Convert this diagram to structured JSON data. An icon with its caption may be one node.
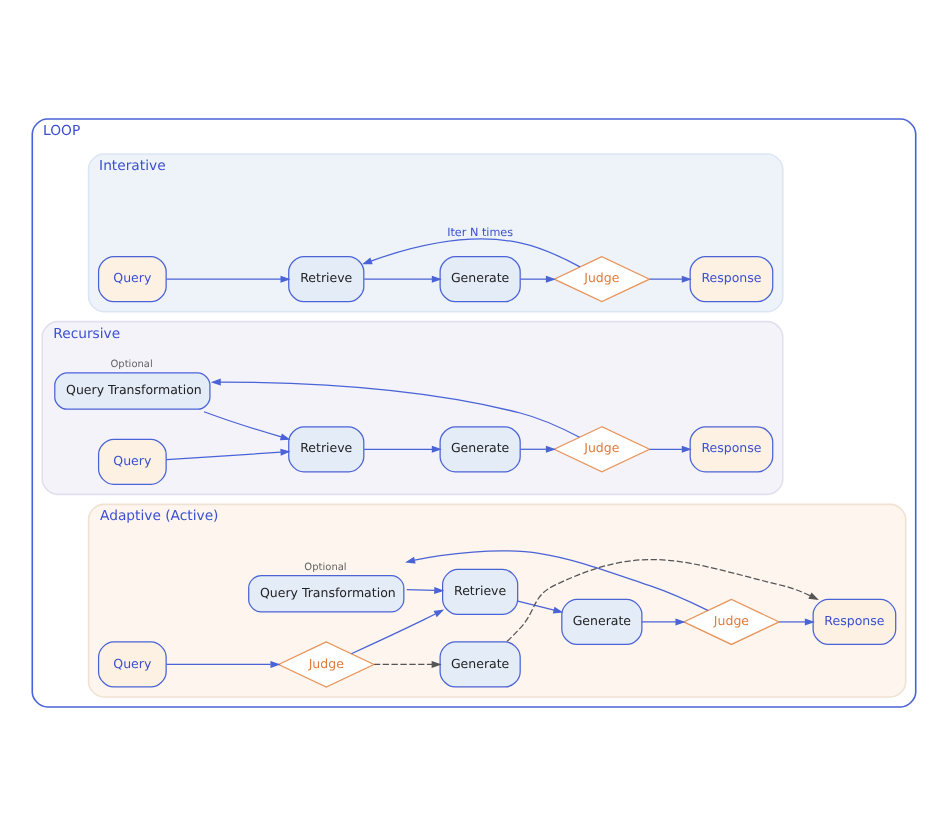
{
  "diagram": {
    "nodes": [
      {
        "text": [
          "LOOP"
        ]
      },
      {
        "text": [
          "Interative"
        ],
        "in": 0
      },
      {
        "text": [
          "Query"
        ],
        "in": 1
      },
      {
        "text": [
          "Retrieve"
        ],
        "in": 1
      },
      {
        "text": [
          "Generate"
        ],
        "in": 1
      },
      {
        "text": [
          "Judge"
        ],
        "in": 1
      },
      {
        "text": [
          "Response"
        ],
        "in": 1
      },
      {
        "text": [
          "Recursive"
        ],
        "in": 0
      },
      {
        "text": [
          "Query Transformation"
        ],
        "in": 7,
        "beside": [
          "Optional"
        ]
      },
      {
        "text": [
          "Query"
        ],
        "in": 7
      },
      {
        "text": [
          "Retrieve"
        ],
        "in": 7
      },
      {
        "text": [
          "Generate"
        ],
        "in": 7
      },
      {
        "text": [
          "Judge"
        ],
        "in": 7
      },
      {
        "text": [
          "Response"
        ],
        "in": 7
      },
      {
        "text": [
          "Adaptive (Active)"
        ],
        "in": 0
      },
      {
        "text": [
          "Query Transformation"
        ],
        "in": 14,
        "beside": [
          "Optional"
        ]
      },
      {
        "text": [
          "Query"
        ],
        "in": 14
      },
      {
        "text": [
          "Judge"
        ],
        "in": 14
      },
      {
        "text": [
          "Retrieve"
        ],
        "in": 14
      },
      {
        "text": [
          "Generate"
        ],
        "in": 14
      },
      {
        "text": [
          "Judge"
        ],
        "in": 14
      },
      {
        "text": [
          "Response"
        ],
        "in": 14
      },
      {
        "text": [
          "Generate"
        ],
        "in": 14
      }
    ],
    "edges": [
      {
        "from": 2,
        "to": 3,
        "arrow": "to"
      },
      {
        "from": 3,
        "to": 4,
        "arrow": "to"
      },
      {
        "from": 4,
        "to": 5,
        "arrow": "to"
      },
      {
        "from": 5,
        "to": 6,
        "arrow": "to"
      },
      {
        "from": 5,
        "to": 3,
        "arrow": "to",
        "label": "Iter N times"
      },
      {
        "from": 9,
        "to": 10,
        "arrow": "to"
      },
      {
        "from": 10,
        "to": 11,
        "arrow": "to"
      },
      {
        "from": 11,
        "to": 12,
        "arrow": "to"
      },
      {
        "from": 12,
        "to": 13,
        "arrow": "to"
      },
      {
        "from": 12,
        "to": 8,
        "arrow": "to"
      },
      {
        "from": 8,
        "to": 10,
        "arrow": "to"
      },
      {
        "from": 16,
        "to": 17,
        "arrow": "to"
      },
      {
        "from": 17,
        "to": 18,
        "arrow": "to"
      },
      {
        "from": 18,
        "to": 19,
        "arrow": "to"
      },
      {
        "from": 19,
        "to": 20,
        "arrow": "to"
      },
      {
        "from": 20,
        "to": 21,
        "arrow": "to"
      },
      {
        "from": 20,
        "to": 15,
        "arrow": "to"
      },
      {
        "from": 15,
        "to": 18,
        "arrow": "to"
      },
      {
        "from": 17,
        "to": 22,
        "arrow": "to",
        "style": "dashed",
        "color": "#555555"
      },
      {
        "from": 22,
        "to": 21,
        "arrow": "to",
        "style": "dashed",
        "color": "#555555"
      }
    ]
  }
}
